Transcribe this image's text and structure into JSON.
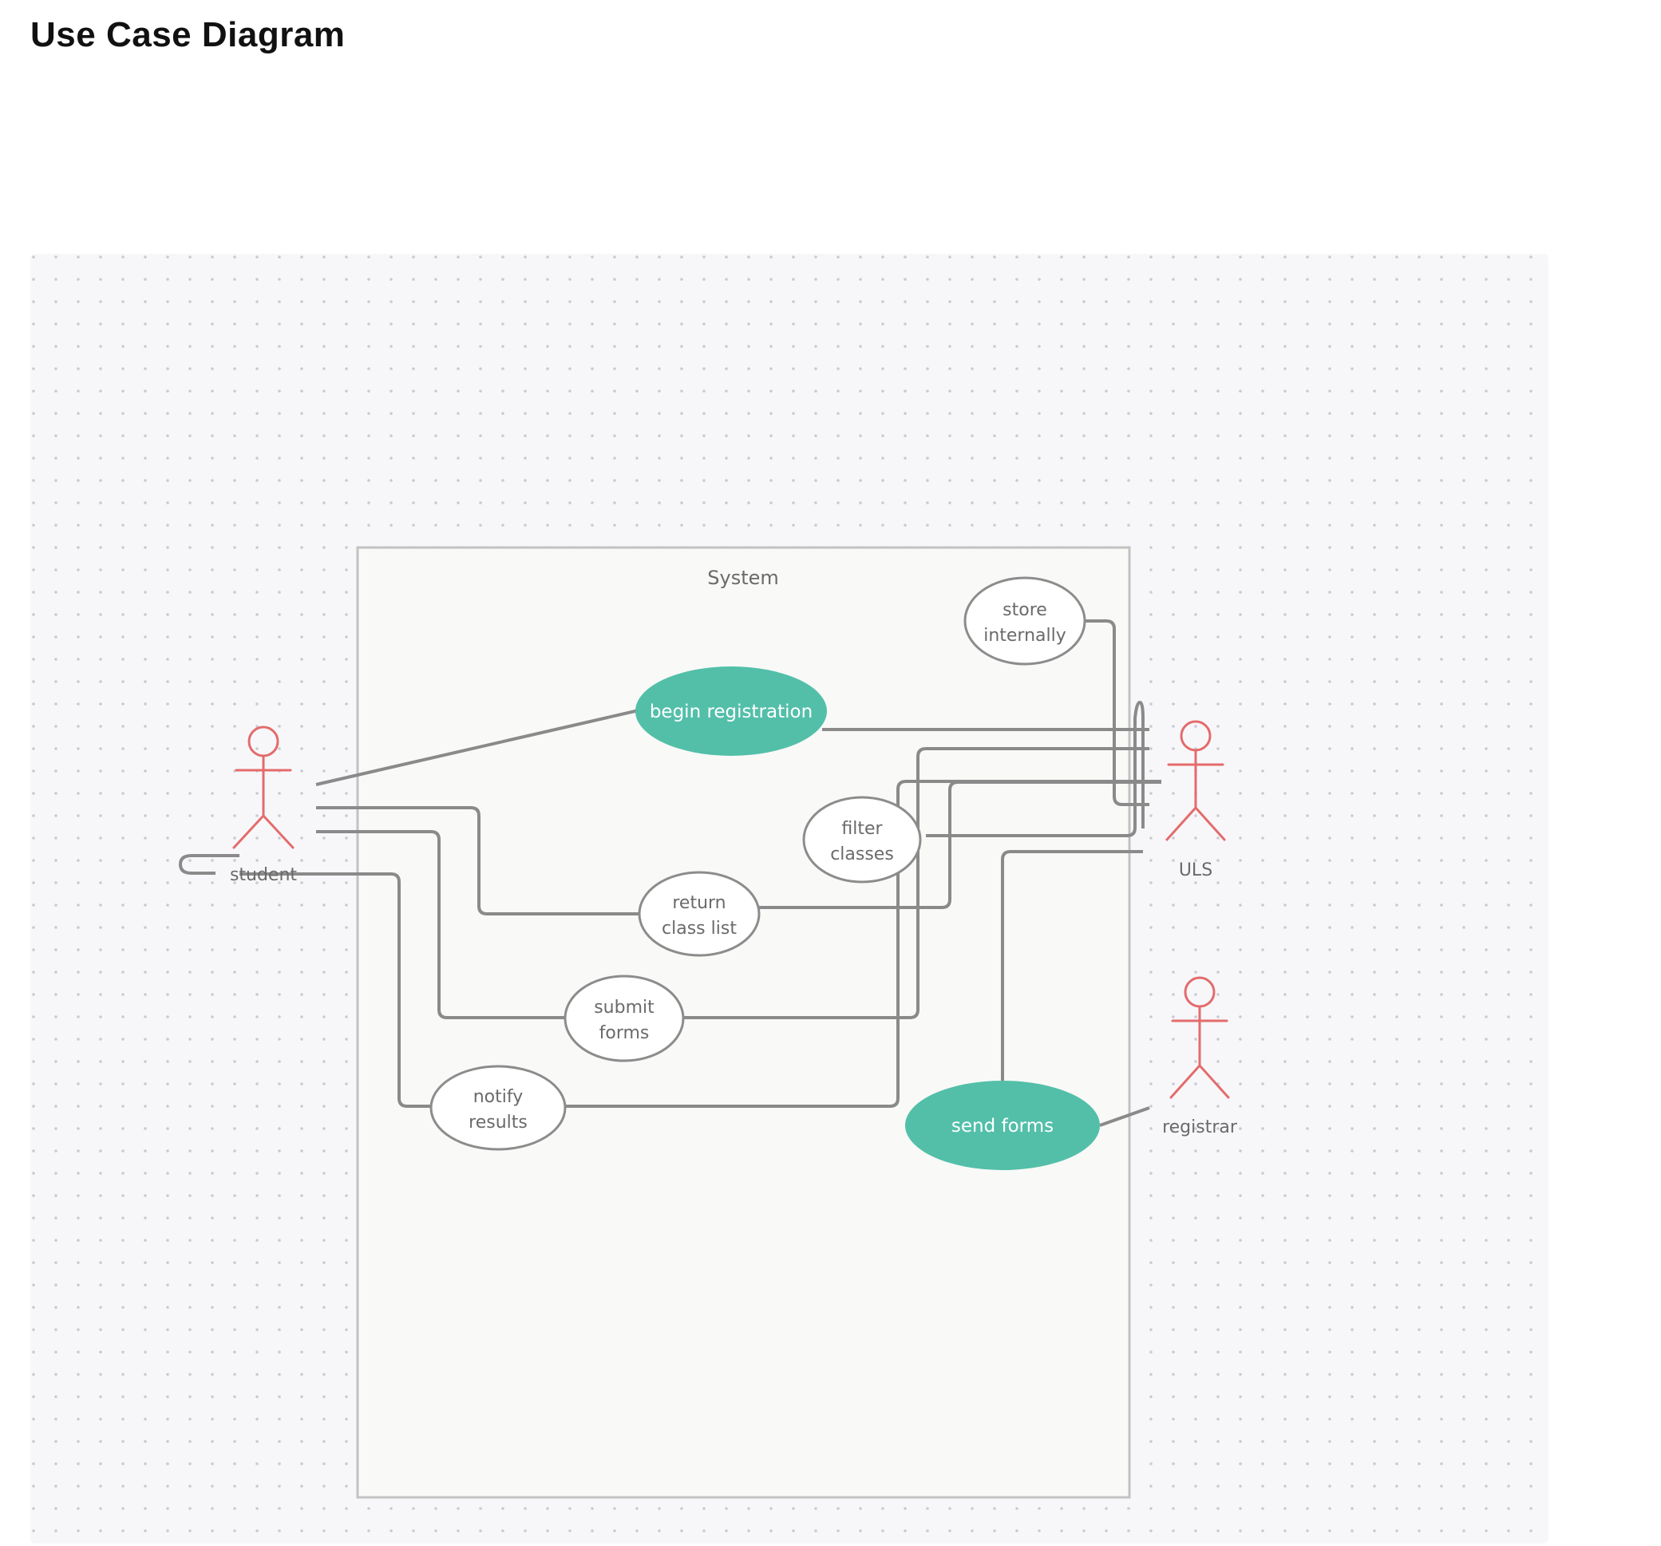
{
  "page": {
    "title": "Use Case Diagram"
  },
  "diagram": {
    "system_label": "System",
    "actors": {
      "student": {
        "label": "student"
      },
      "uls": {
        "label": "ULS"
      },
      "registrar": {
        "label": "registrar"
      }
    },
    "use_cases": {
      "begin_registration": {
        "lines": [
          "begin registration"
        ],
        "filled": true
      },
      "store_internally": {
        "lines": [
          "store",
          "internally"
        ],
        "filled": false
      },
      "filter_classes": {
        "lines": [
          "filter",
          "classes"
        ],
        "filled": false
      },
      "return_class_list": {
        "lines": [
          "return",
          "class list"
        ],
        "filled": false
      },
      "submit_forms": {
        "lines": [
          "submit",
          "forms"
        ],
        "filled": false
      },
      "notify_results": {
        "lines": [
          "notify",
          "results"
        ],
        "filled": false
      },
      "send_forms": {
        "lines": [
          "send forms"
        ],
        "filled": true
      }
    },
    "colors": {
      "canvas_bg": "#f7f7fa",
      "grid_dot": "#c9cad2",
      "system_fill": "#f9f9f7",
      "system_border": "#c2c2c2",
      "connector": "#8a8a8a",
      "ellipse_border": "#8c8c8c",
      "ellipse_fill": "#ffffff",
      "highlight_fill": "#53bfa9",
      "highlight_text": "#ffffff",
      "actor_stroke": "#e46b6b",
      "text": "#6a6a6a"
    }
  }
}
